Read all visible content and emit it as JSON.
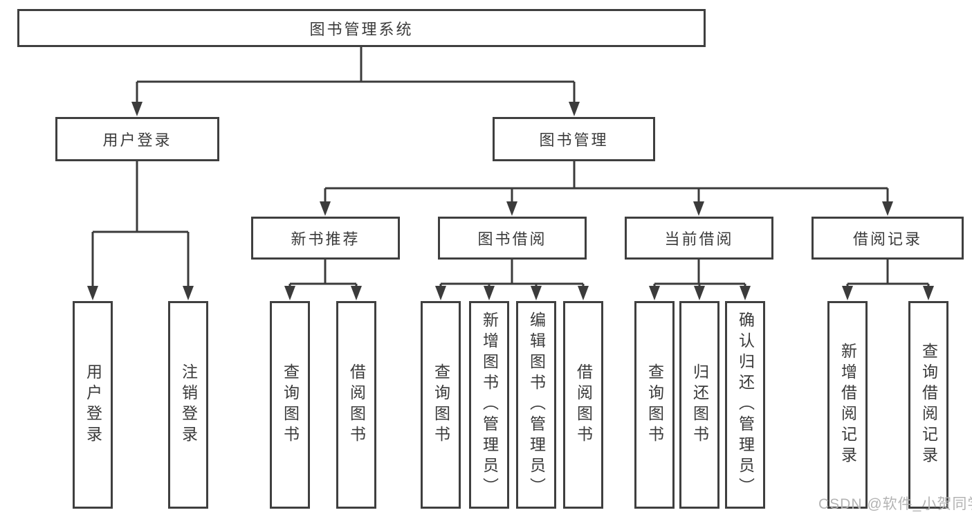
{
  "tree": {
    "label": "图书管理系统",
    "children": [
      {
        "label": "用户登录",
        "children": [
          {
            "label": "用户登录"
          },
          {
            "label": "注销登录"
          }
        ]
      },
      {
        "label": "图书管理",
        "children": [
          {
            "label": "新书推荐",
            "children": [
              {
                "label": "查询图书"
              },
              {
                "label": "借阅图书"
              }
            ]
          },
          {
            "label": "图书借阅",
            "children": [
              {
                "label": "查询图书"
              },
              {
                "label": "新增图书（管理员）"
              },
              {
                "label": "编辑图书（管理员）"
              },
              {
                "label": "借阅图书"
              }
            ]
          },
          {
            "label": "当前借阅",
            "children": [
              {
                "label": "查询图书"
              },
              {
                "label": "归还图书"
              },
              {
                "label": "确认归还（管理员）"
              }
            ]
          },
          {
            "label": "借阅记录",
            "children": [
              {
                "label": "新增借阅记录"
              },
              {
                "label": "查询借阅记录"
              }
            ]
          }
        ]
      }
    ]
  },
  "watermark": {
    "text": "CSDN @软件_小贺同学"
  },
  "colors": {
    "line": "#3b3b3b",
    "border": "#3f3f3f",
    "text": "#3a3a3a",
    "watermark": "#b3b3b3",
    "bg": "#ffffff"
  }
}
